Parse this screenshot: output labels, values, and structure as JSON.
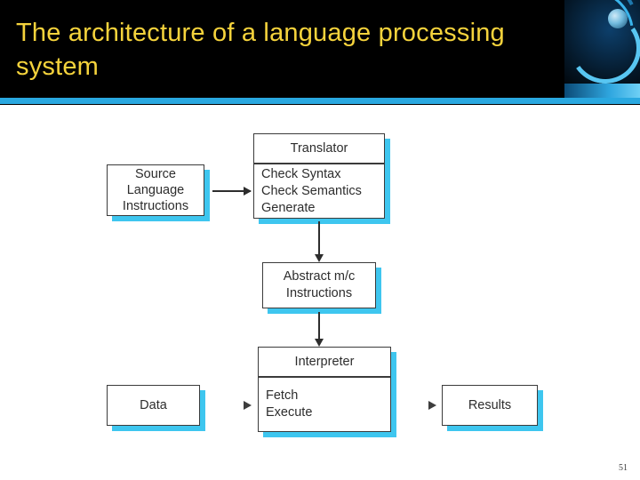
{
  "header": {
    "title": "The architecture of a language processing system",
    "accent_color": "#f5d33c",
    "background_color": "#000000",
    "rule_color": "#29a8e0"
  },
  "diagram": {
    "shadow_color": "#3ec6ef",
    "border_color": "#3b3b3b",
    "nodes": {
      "source": {
        "lines": [
          "Source",
          "Language",
          "Instructions"
        ]
      },
      "translator": {
        "title": "Translator",
        "lines": [
          "Check Syntax",
          "Check Semantics",
          "Generate"
        ]
      },
      "abstract": {
        "lines": [
          "Abstract m/c",
          "Instructions"
        ]
      },
      "interpreter": {
        "title": "Interpreter",
        "lines": [
          "Fetch",
          "Execute"
        ]
      },
      "data": {
        "label": "Data"
      },
      "results": {
        "label": "Results"
      }
    }
  },
  "footer": {
    "page_number": "51"
  }
}
